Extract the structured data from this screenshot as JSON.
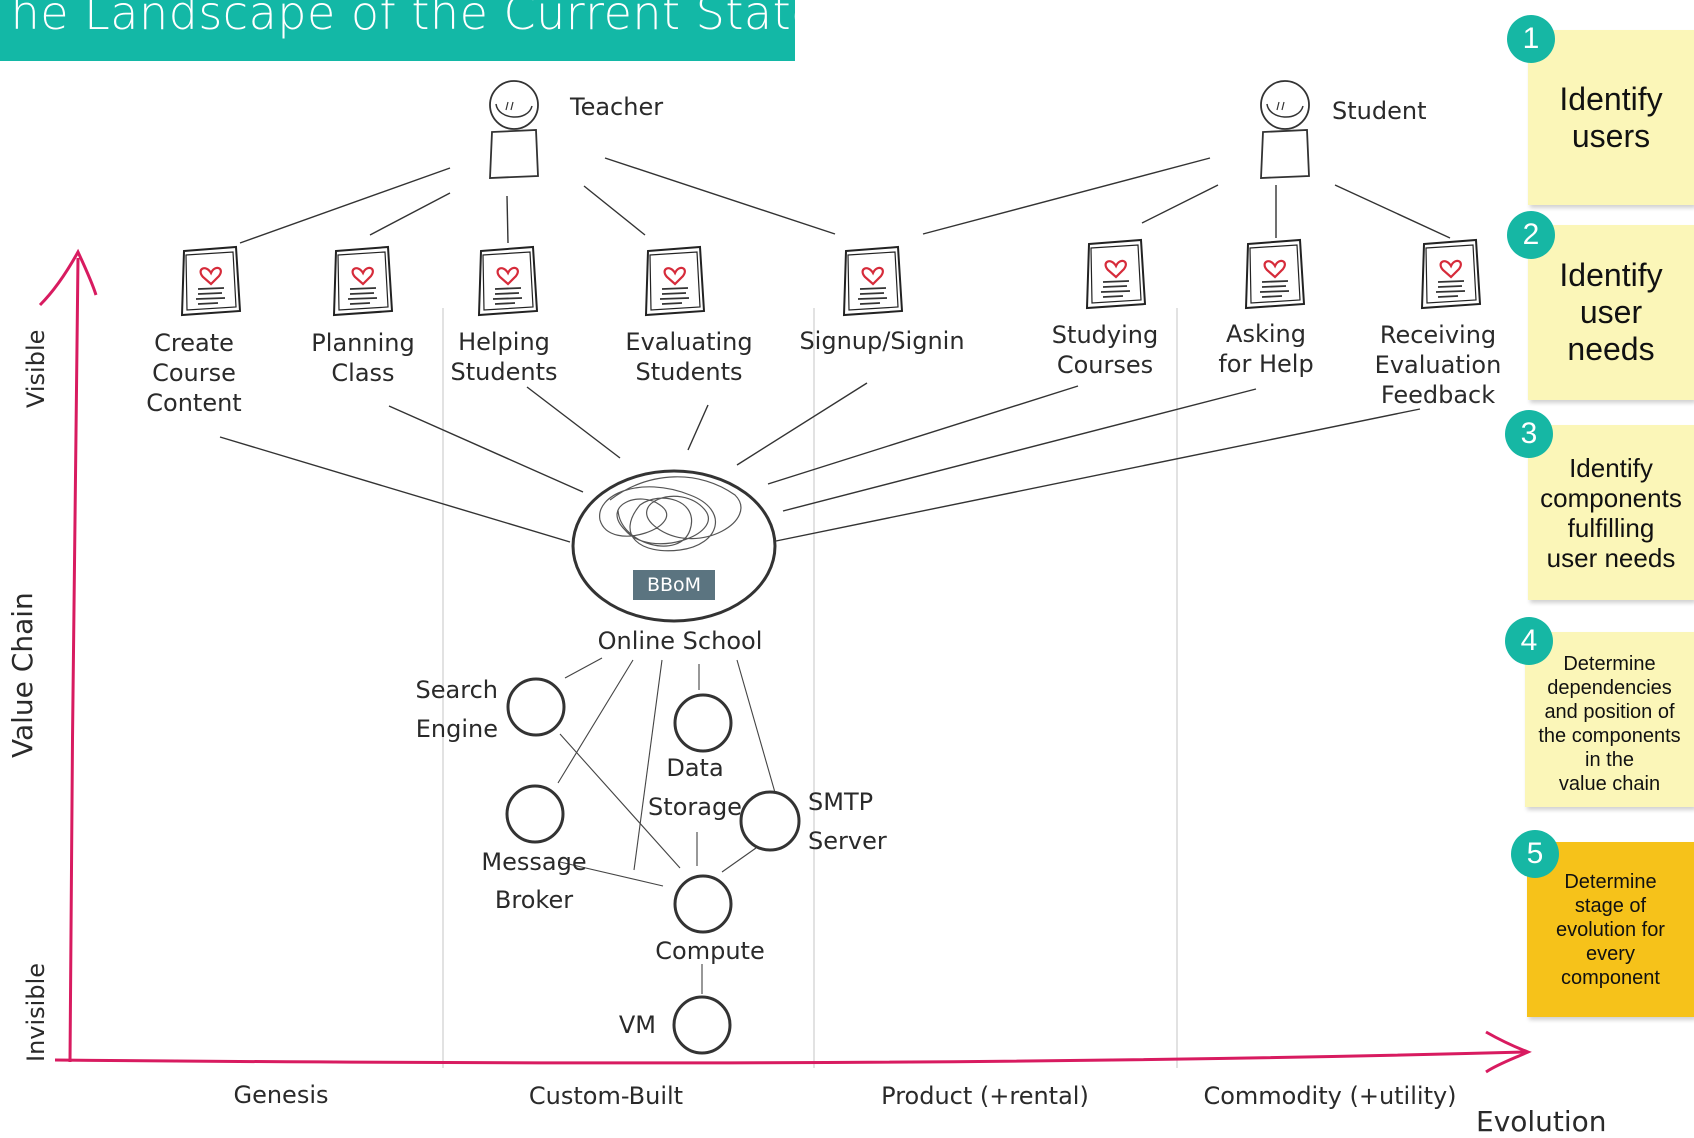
{
  "title": "The Landscape of the Current State",
  "users": {
    "teacher": "Teacher",
    "student": "Student"
  },
  "needs": {
    "create_course": "Create\nCourse\nContent",
    "planning_class": "Planning\nClass",
    "helping_students": "Helping\nStudents",
    "evaluating_students": "Evaluating\nStudents",
    "signup_signin": "Signup/Signin",
    "studying_courses": "Studying\nCourses",
    "asking_help": "Asking\nfor Help",
    "receiving_feedback": "Receiving\nEvaluation\nFeedback"
  },
  "components": {
    "online_school": "Online School",
    "bbom_tag": "BBoM",
    "search_engine": "Search\nEngine",
    "data_storage": "Data\nStorage",
    "smtp_server": "SMTP\nServer",
    "message_broker": "Message\nBroker",
    "compute": "Compute",
    "vm": "VM"
  },
  "axes": {
    "y_title": "Value Chain",
    "y_top": "Visible",
    "y_bottom": "Invisible",
    "x_title": "Evolution",
    "stages": [
      "Genesis",
      "Custom-Built",
      "Product (+rental)",
      "Commodity (+utility)"
    ]
  },
  "steps": [
    {
      "number": "1",
      "text": "Identify\nusers",
      "color": "#fbf6b8"
    },
    {
      "number": "2",
      "text": "Identify\nuser\nneeds",
      "color": "#fbf6b8"
    },
    {
      "number": "3",
      "text": "Identify\ncomponents\nfulfilling\nuser needs",
      "color": "#fbf6b8"
    },
    {
      "number": "4",
      "text": "Determine\ndependencies\nand position of\nthe components\nin the\nvalue chain",
      "color": "#fbf6b8"
    },
    {
      "number": "5",
      "text": "Determine\nstage of\nevolution for\nevery\ncomponent",
      "color": "#f6c21a"
    }
  ],
  "colors": {
    "title_bar": "#13b8a6",
    "axis": "#d81b60",
    "badge": "#16b7a4",
    "bbom_tag": "#5b7480"
  }
}
